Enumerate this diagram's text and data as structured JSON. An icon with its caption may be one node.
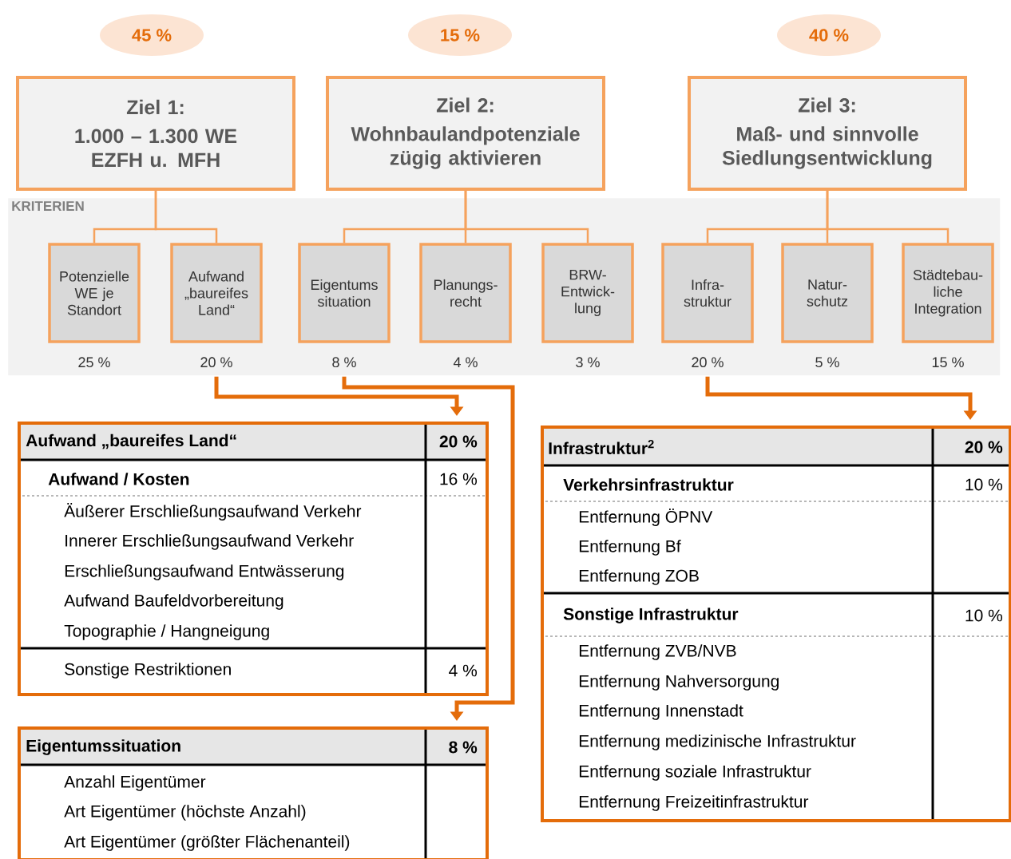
{
  "diagram": {
    "nodes": [
      {
        "text": [
          "45 %"
        ]
      },
      {
        "text": [
          "15 %"
        ]
      },
      {
        "text": [
          "40 %"
        ]
      },
      {
        "text": [
          "Ziel 1:",
          "1.000 – 1.300 WE EZFH u. MFH"
        ]
      },
      {
        "text": [
          "Ziel 2:",
          "Wohnbaulandpotenziale zügig aktivieren"
        ]
      },
      {
        "text": [
          "Ziel 3:",
          "Maß- und sinnvolle Siedlungsentwicklung"
        ]
      },
      {
        "text": [
          "KRITERIEN"
        ]
      },
      {
        "text": [
          "Potenzielle WE je Standort"
        ],
        "beside": [
          "25 %"
        ],
        "in": 6
      },
      {
        "text": [
          "Aufwand „baureifes Land“"
        ],
        "beside": [
          "20 %"
        ],
        "in": 6
      },
      {
        "text": [
          "Eigentums situation"
        ],
        "beside": [
          "8 %"
        ],
        "in": 6
      },
      {
        "text": [
          "Planungs- recht"
        ],
        "beside": [
          "4 %"
        ],
        "in": 6
      },
      {
        "text": [
          "BRW- Entwick- lung"
        ],
        "beside": [
          "3 %"
        ],
        "in": 6
      },
      {
        "text": [
          "Infra- struktur"
        ],
        "beside": [
          "20 %"
        ],
        "in": 6
      },
      {
        "text": [
          "Natur- schutz"
        ],
        "beside": [
          "5 %"
        ],
        "in": 6
      },
      {
        "text": [
          "Städtebau- liche Integration"
        ],
        "beside": [
          "15 %"
        ],
        "in": 6
      },
      {
        "text": [
          "Aufwand „baureifes Land“",
          "20 %",
          "Aufwand / Kosten",
          "16 %",
          "Äußerer Erschließungsaufwand Verkehr",
          "Innerer Erschließungsaufwand Verkehr",
          "Erschließungsaufwand Entwässerung",
          "Aufwand Baufeldvorbereitung",
          "Topographie / Hangneigung",
          "Sonstige Restriktionen",
          "4 %"
        ]
      },
      {
        "text": [
          "Eigentumssituation",
          "8 %",
          "Anzahl Eigentümer",
          "Art Eigentümer (höchste Anzahl)",
          "Art Eigentümer (größter Flächenanteil)"
        ]
      },
      {
        "text": [
          "Infrastruktur$^{2}$",
          "20 %",
          "Verkehrsinfrastruktur",
          "10 %",
          "Entfernung ÖPNV",
          "Entfernung Bf",
          "Entfernung ZOB",
          "Sonstige Infrastruktur",
          "10 %",
          "Entfernung ZVB/NVB",
          "Entfernung Nahversorgung",
          "Entfernung Innenstadt",
          "Entfernung medizinische Infrastruktur",
          "Entfernung soziale Infrastruktur",
          "Entfernung Freizeitinfrastruktur"
        ]
      }
    ],
    "edges": [
      {
        "from": 3,
        "to": 7,
        "arrow": "none"
      },
      {
        "from": 3,
        "to": 8,
        "arrow": "none"
      },
      {
        "from": 4,
        "to": 9,
        "arrow": "none"
      },
      {
        "from": 4,
        "to": 10,
        "arrow": "none"
      },
      {
        "from": 4,
        "to": 11,
        "arrow": "none"
      },
      {
        "from": 5,
        "to": 12,
        "arrow": "none"
      },
      {
        "from": 5,
        "to": 13,
        "arrow": "none"
      },
      {
        "from": 5,
        "to": 14,
        "arrow": "none"
      },
      {
        "from": 8,
        "to": 15,
        "arrow": "to",
        "style": "thick",
        "color": "#e46c0a"
      },
      {
        "from": 9,
        "to": 16,
        "arrow": "to",
        "style": "thick",
        "color": "#e46c0a"
      },
      {
        "from": 12,
        "to": 17,
        "arrow": "to",
        "style": "thick",
        "color": "#e46c0a"
      }
    ]
  }
}
